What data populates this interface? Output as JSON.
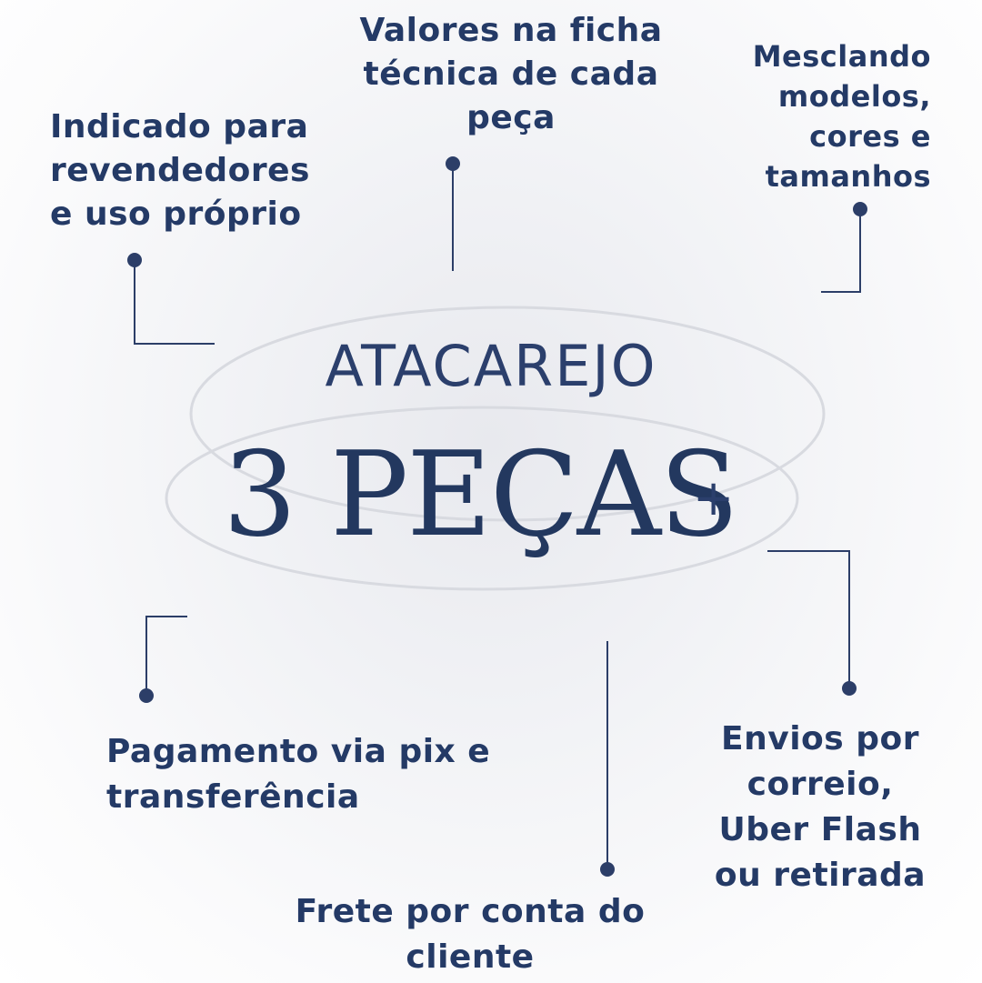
{
  "title": {
    "top": "ATACAREJO",
    "main": "3 PEÇAS",
    "plus": "+"
  },
  "notes": {
    "indicado": [
      "Indicado para",
      "revendedores",
      "e uso próprio"
    ],
    "valores": [
      "Valores na ficha",
      "técnica de cada",
      "peça"
    ],
    "mesclando": [
      "Mesclando",
      "modelos,",
      "cores e",
      "tamanhos"
    ],
    "pagamento": [
      "Pagamento via pix e",
      "transferência"
    ],
    "frete": [
      "Frete por conta do",
      "cliente"
    ],
    "envios": [
      "Envios por",
      "correio,",
      "Uber Flash",
      "ou retirada"
    ]
  },
  "colors": {
    "text": "#243a66",
    "line": "#2c3e68",
    "ring": "#d7d9df"
  }
}
